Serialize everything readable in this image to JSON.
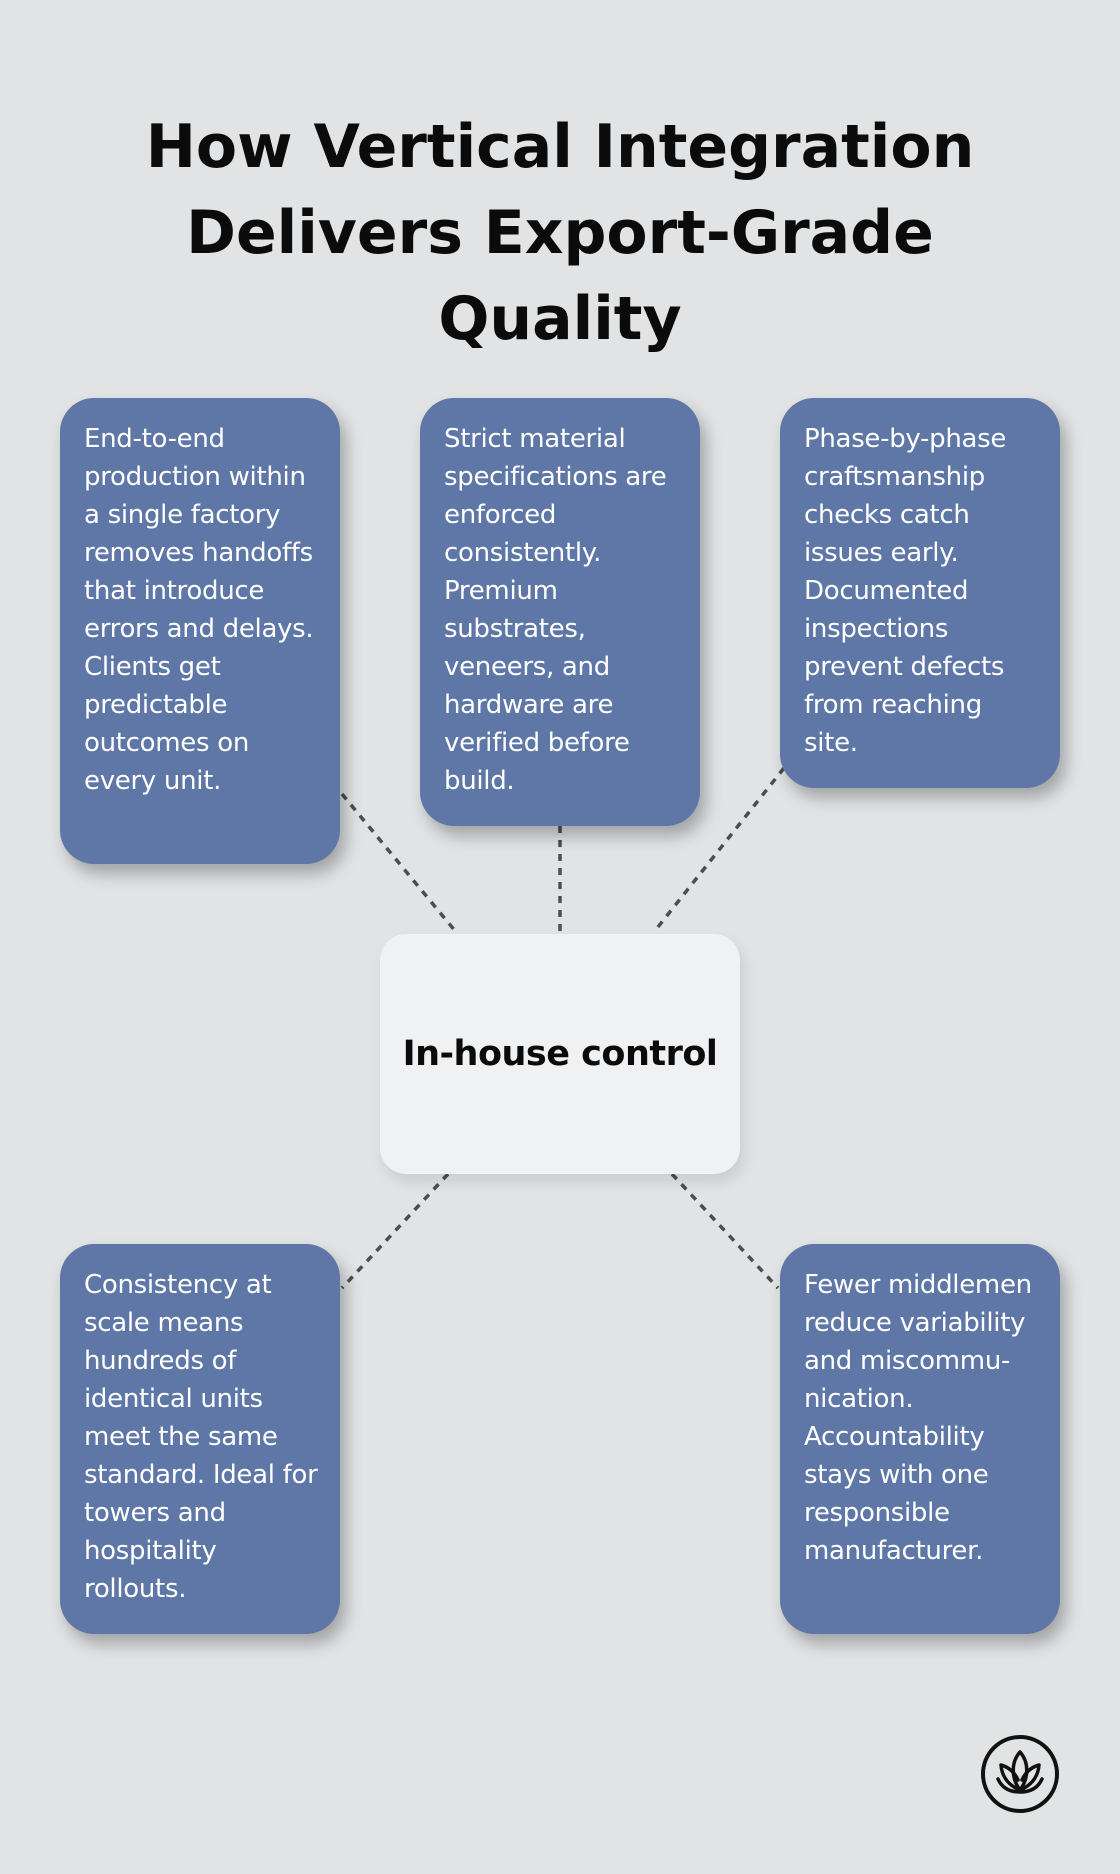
{
  "title": {
    "line1": "How Vertical Integration",
    "line2": "Delivers Export-Grade Quality"
  },
  "center": {
    "label": "In-house control"
  },
  "boxes": [
    {
      "text": "End-to-end production within a single factory removes handoffs that introduce errors and delays. Clients get predictable outcomes on every unit."
    },
    {
      "text": "Strict material specifications are enforced consistently. Premium substrates, veneers, and hardware are verified before build."
    },
    {
      "text": "Phase-by-phase craftsmanship checks catch issues early. Documented inspections prevent defects from reaching site."
    },
    {
      "text": "Consistency at scale means hundreds of identical units meet the same standard. Ideal for towers and hospitality rollouts."
    },
    {
      "text": "Fewer middlemen reduce variability and miscommu-nication. Accountability stays with one responsible manufacturer."
    }
  ],
  "colors": {
    "background": "#e1e3e4",
    "box": "#5e77a7",
    "center": "#f0f1f3",
    "text_dark": "#0b0b0b",
    "connector": "#4a4d52"
  },
  "logo": {
    "icon": "lotus-logo-icon"
  }
}
